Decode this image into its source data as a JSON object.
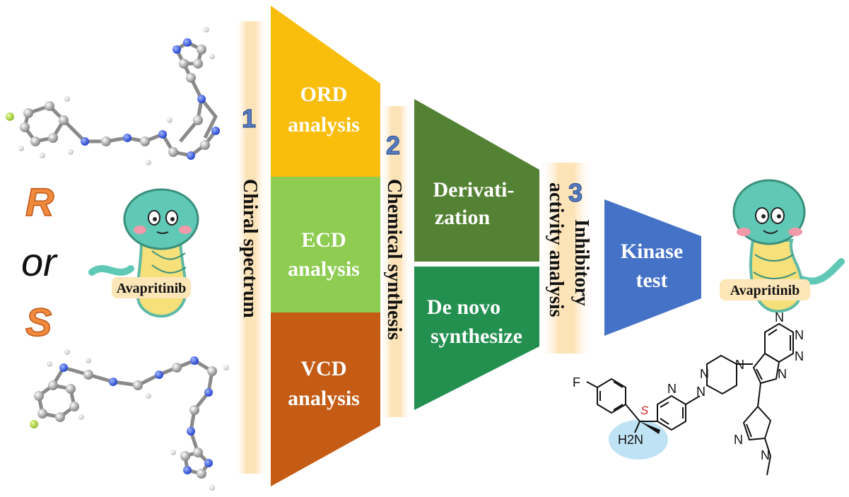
{
  "colors": {
    "ord": "#f9bd0b",
    "ecd": "#8ecc52",
    "vcd": "#c55c16",
    "deriv": "#548234",
    "denovo": "#239050",
    "kinase": "#4472c6",
    "glow": "#fdeac8",
    "orange": "#f08a3c",
    "snake": "#5fc9b5",
    "belly": "#f5e07a"
  },
  "left": {
    "r_label": "R",
    "or_label": "or",
    "s_label": "S",
    "mascot_label": "Avapritinib"
  },
  "steps": [
    {
      "number": "1",
      "bar_label": "Chiral spectrum"
    },
    {
      "number": "2",
      "bar_label": "Chemical synthesis"
    },
    {
      "number": "3",
      "bar_label_line1": "Inhibitory",
      "bar_label_line2": "activity analysis"
    }
  ],
  "stage1": [
    {
      "line1": "ORD",
      "line2": "analysis"
    },
    {
      "line1": "ECD",
      "line2": "analysis"
    },
    {
      "line1": "VCD",
      "line2": "analysis"
    }
  ],
  "stage2": [
    {
      "line1": "Derivati-",
      "line2": "zation"
    },
    {
      "line1": "De novo",
      "line2": "synthesize"
    }
  ],
  "stage3": {
    "line1": "Kinase",
    "line2": "test"
  },
  "right": {
    "mascot_label": "Avapritinib",
    "structure": {
      "f_atom": "F",
      "nh2_atom": "H2N",
      "chiral_label": "S",
      "n_atoms": [
        "N",
        "N",
        "N",
        "N",
        "N",
        "N",
        "N",
        "N",
        "N",
        "N"
      ]
    }
  }
}
